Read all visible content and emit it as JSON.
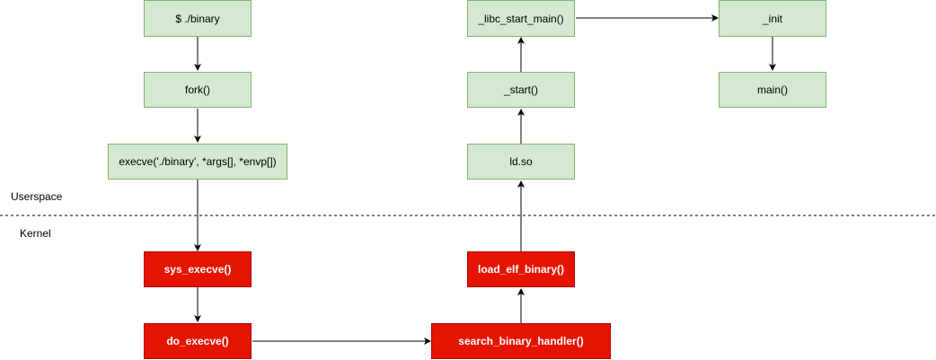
{
  "regions": {
    "userspace_label": "Userspace",
    "kernel_label": "Kernel"
  },
  "colors": {
    "user_fill": "#d5e8d4",
    "user_stroke": "#82b366",
    "kernel_fill": "#e51400",
    "kernel_stroke": "#b20000",
    "edge": "#000000"
  },
  "nodes": {
    "shell_cmd": "$ ./binary",
    "fork": "fork()",
    "execve": "execve('./binary', *args[], *envp[])",
    "sys_execve": "sys_execve()",
    "do_execve": "do_execve()",
    "search_binary_handler": "search_binary_handler()",
    "load_elf_binary": "load_elf_binary()",
    "ld_so": "ld.so",
    "start": "_start()",
    "libc_start_main": "_libc_start_main()",
    "init": "_init",
    "main": "main()"
  }
}
